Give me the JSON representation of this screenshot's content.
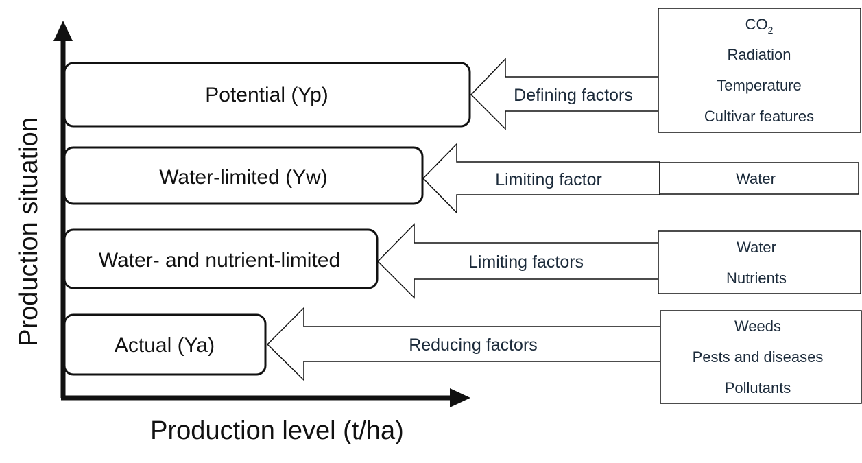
{
  "axes": {
    "x_label": "Production level (t/ha)",
    "y_label": "Production situation"
  },
  "levels": [
    {
      "title": "Potential  (Yp)",
      "factor_label": "Defining factors",
      "factors": [
        "CO",
        "Radiation",
        "Temperature",
        "Cultivar features"
      ],
      "co2_subscript": "2"
    },
    {
      "title": "Water-limited  (Yw)",
      "factor_label": "Limiting factor",
      "factors": [
        "Water"
      ]
    },
    {
      "title": "Water-  and  nutrient-limited",
      "factor_label": "Limiting factors",
      "factors": [
        "Water",
        "Nutrients"
      ]
    },
    {
      "title": "Actual  (Ya)",
      "factor_label": "Reducing factors",
      "factors": [
        "Weeds",
        "Pests and diseases",
        "Pollutants"
      ]
    }
  ],
  "colors": {
    "line": "#111111",
    "text": "#1b2a3a"
  }
}
